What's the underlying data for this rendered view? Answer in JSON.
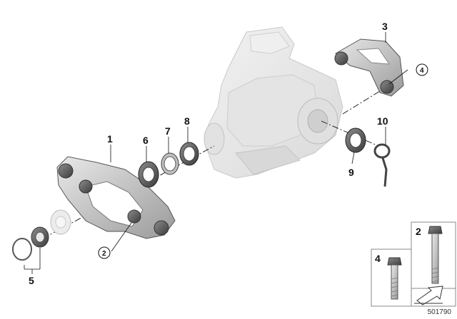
{
  "diagram": {
    "doc_id": "501790",
    "callouts": [
      {
        "id": "c1",
        "label": "1"
      },
      {
        "id": "c3",
        "label": "3"
      },
      {
        "id": "c5",
        "label": "5"
      },
      {
        "id": "c6",
        "label": "6"
      },
      {
        "id": "c7",
        "label": "7"
      },
      {
        "id": "c8",
        "label": "8"
      },
      {
        "id": "c9",
        "label": "9"
      },
      {
        "id": "c10",
        "label": "10"
      }
    ],
    "circled": [
      {
        "id": "r2",
        "label": "2"
      },
      {
        "id": "r4",
        "label": "4"
      }
    ],
    "panels": [
      {
        "id": "p4",
        "label": "4"
      },
      {
        "id": "p2",
        "label": "2"
      }
    ]
  }
}
